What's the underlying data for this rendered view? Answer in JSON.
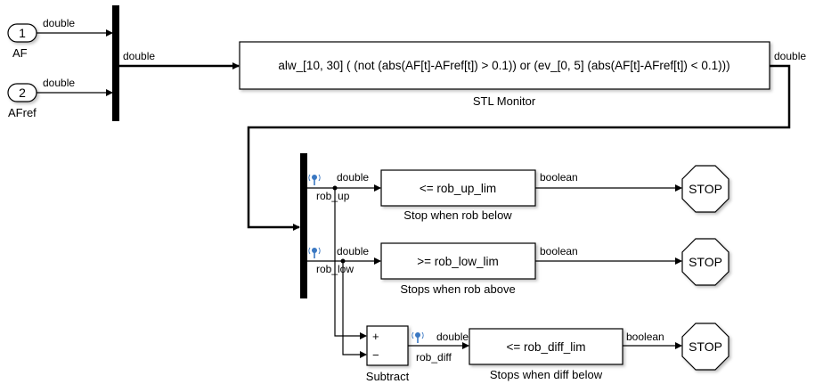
{
  "inports": [
    {
      "number": "1",
      "name": "AF",
      "signal": "double"
    },
    {
      "number": "2",
      "name": "AFref",
      "signal": "double"
    }
  ],
  "mux": {
    "output_signal": "double"
  },
  "stl_monitor": {
    "formula": "alw_[10, 30] ( (not (abs(AF[t]-AFref[t]) > 0.1)) or (ev_[0, 5] (abs(AF[t]-AFref[t]) < 0.1)))",
    "name": "STL Monitor",
    "output_signal": "double"
  },
  "demux": {
    "outputs": [
      {
        "name": "rob_up",
        "signal": "double"
      },
      {
        "name": "rob_low",
        "signal": "double"
      }
    ]
  },
  "compare_blocks": [
    {
      "label": "<= rob_up_lim",
      "name": "Stop when rob below",
      "output_signal": "boolean"
    },
    {
      "label": ">= rob_low_lim",
      "name": "Stops when rob above",
      "output_signal": "boolean"
    },
    {
      "label": "<= rob_diff_lim",
      "name": "Stops when diff below",
      "output_signal": "boolean"
    }
  ],
  "subtract": {
    "name": "Subtract",
    "plus": "+",
    "minus": "−",
    "output_name": "rob_diff",
    "output_signal": "double"
  },
  "stop_blocks": [
    {
      "label": "STOP"
    },
    {
      "label": "STOP"
    },
    {
      "label": "STOP"
    }
  ],
  "colors": {
    "line": "#000000",
    "block_fill": "#ffffff",
    "testpoint": "#3a78c2"
  },
  "icons": {
    "testpoint": "antenna-testpoint-icon"
  }
}
